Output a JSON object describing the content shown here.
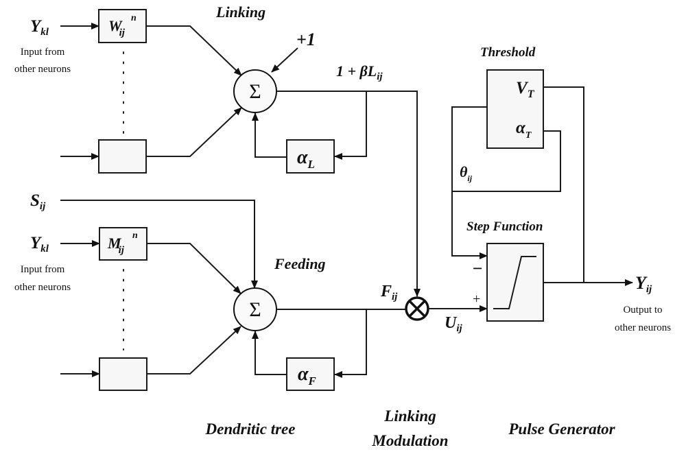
{
  "inputs": {
    "y_kl": {
      "main": "Y",
      "sub": "kl"
    },
    "input_note_line1": "Input from",
    "input_note_line2": "other neurons",
    "s_ij": {
      "main": "S",
      "sub": "ij"
    }
  },
  "linking": {
    "title": "Linking",
    "weight_box": {
      "main": "W",
      "sub": "ij",
      "sup": "n"
    },
    "sum_symbol": "Σ",
    "plus_one": "+1",
    "output_label": {
      "prefix": "1 + βL",
      "sub": "ij"
    },
    "decay_box": {
      "main": "α",
      "sub": "L"
    }
  },
  "feeding": {
    "title": "Feeding",
    "weight_box": {
      "main": "M",
      "sub": "ij",
      "sup": "n"
    },
    "sum_symbol": "Σ",
    "output_label": {
      "main": "F",
      "sub": "ij"
    },
    "decay_box": {
      "main": "α",
      "sub": "F"
    }
  },
  "modulation": {
    "multiply_symbol": "⊗",
    "output_label": {
      "main": "U",
      "sub": "ij"
    }
  },
  "threshold": {
    "title": "Threshold",
    "v_t": {
      "main": "V",
      "sub": "T"
    },
    "alpha_t": {
      "main": "α",
      "sub": "T"
    },
    "theta": {
      "main": "θ",
      "sub": "ij"
    }
  },
  "step_function": {
    "title": "Step Function",
    "minus": "−",
    "plus": "+"
  },
  "output": {
    "y_ij": {
      "main": "Y",
      "sub": "ij"
    },
    "note_line1": "Output to",
    "note_line2": "other neurons"
  },
  "sections": {
    "dendritic_tree": "Dendritic tree",
    "linking_modulation_line1": "Linking",
    "linking_modulation_line2": "Modulation",
    "pulse_generator": "Pulse Generator"
  }
}
